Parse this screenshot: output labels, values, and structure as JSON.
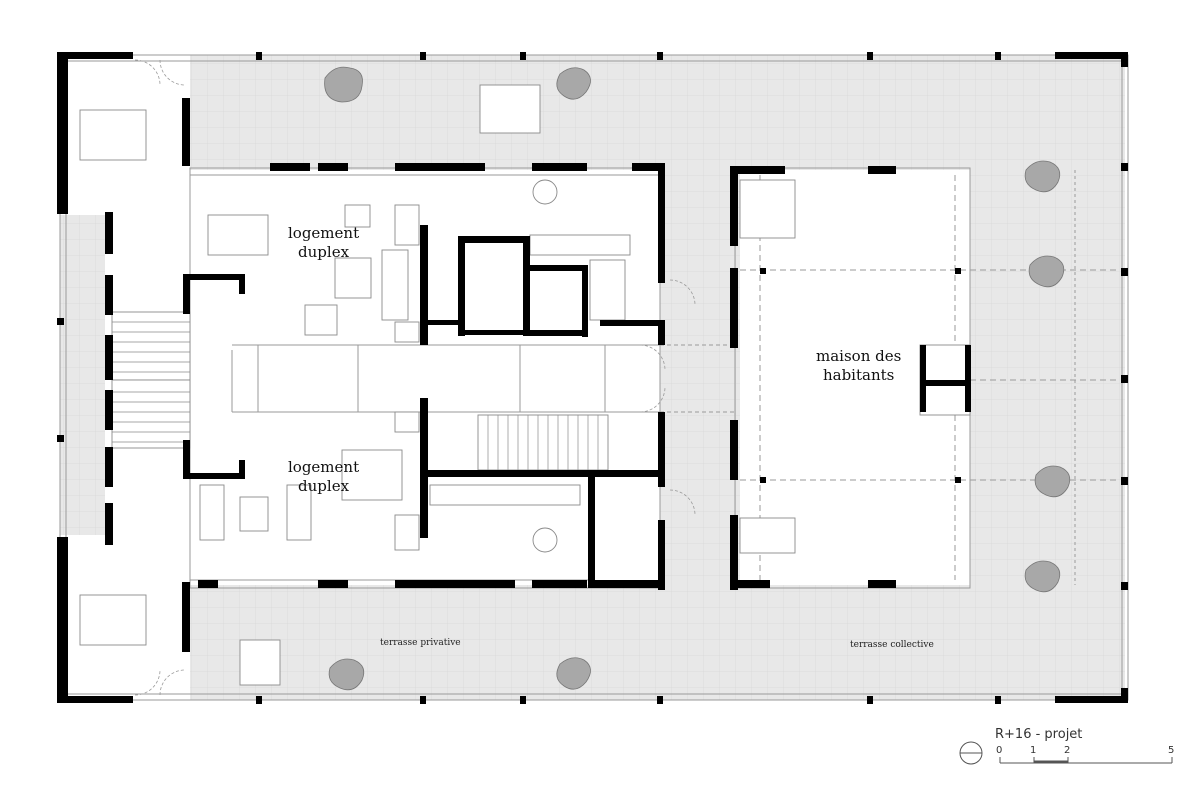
{
  "labels": {
    "duplex_upper": [
      "logement",
      "duplex"
    ],
    "duplex_lower": [
      "logement",
      "duplex"
    ],
    "maison": [
      "maison des",
      "habitants"
    ],
    "terrasse_privative": "terrasse privative",
    "terrasse_collective": "terrasse collective"
  },
  "title_block": {
    "title": "R+16 - projet",
    "scale_ticks": [
      "0",
      "1",
      "2",
      "5"
    ]
  },
  "colors": {
    "wall": "#000000",
    "terrace_fill": "#e8e8e8",
    "line": "#9a9a9a"
  }
}
